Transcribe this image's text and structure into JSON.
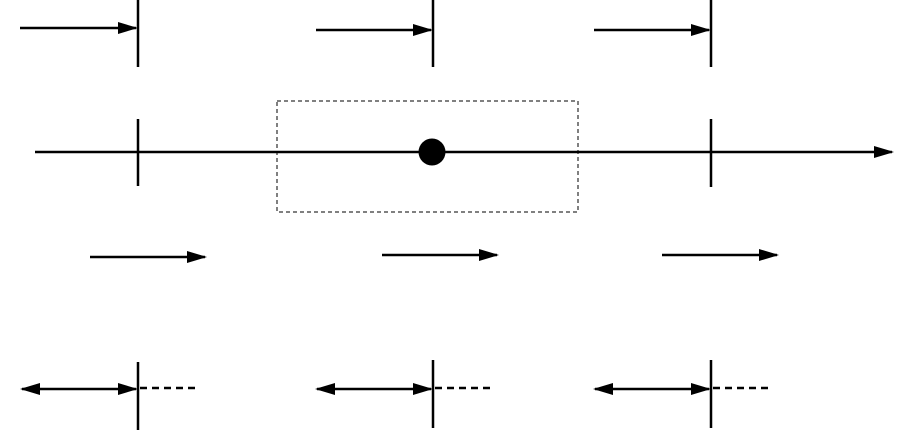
{
  "diagram": {
    "stroke_color": "#000000",
    "background_color": "#ffffff",
    "rows": [
      {
        "row": "top",
        "elements": [
          "arrow-to-tick",
          "arrow-to-tick",
          "arrow-to-tick"
        ]
      },
      {
        "row": "axis",
        "elements": [
          "tick",
          "point",
          "tick"
        ],
        "has_dashed_box": true
      },
      {
        "row": "arrows",
        "elements": [
          "right-arrow",
          "right-arrow",
          "right-arrow"
        ]
      },
      {
        "row": "bottom",
        "elements": [
          "double-arrow-tick-dashed",
          "double-arrow-tick-dashed",
          "double-arrow-tick-dashed"
        ]
      }
    ]
  }
}
